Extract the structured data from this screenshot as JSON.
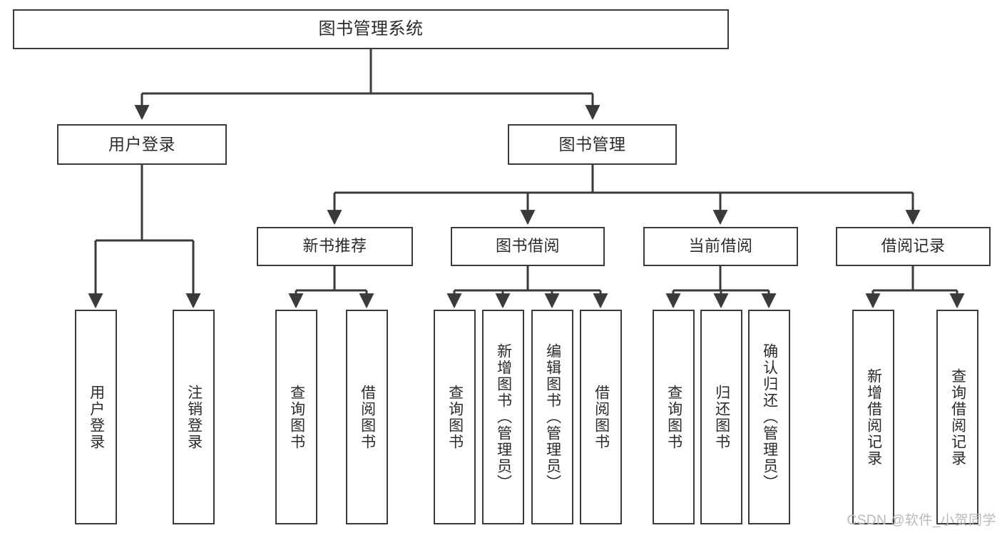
{
  "diagram": {
    "title": "图书管理系统",
    "type": "hierarchy-tree",
    "orientation": "top-down",
    "line_color": "#3a3a3a",
    "box_fill": "#ffffff",
    "text_color": "#2b2b2b",
    "nodes": {
      "root": {
        "label": "图书管理系统"
      },
      "level1": [
        {
          "label": "用户登录"
        },
        {
          "label": "图书管理"
        }
      ],
      "level2": [
        {
          "label": "新书推荐"
        },
        {
          "label": "图书借阅"
        },
        {
          "label": "当前借阅"
        },
        {
          "label": "借阅记录"
        }
      ],
      "leaves": {
        "user_login": [
          {
            "label": "用户登录"
          },
          {
            "label": "注销登录"
          }
        ],
        "new_book_recommend": [
          {
            "label": "查询图书"
          },
          {
            "label": "借阅图书"
          }
        ],
        "book_borrow": [
          {
            "label": "查询图书"
          },
          {
            "label": "新增图书（管理员）"
          },
          {
            "label": "编辑图书（管理员）"
          },
          {
            "label": "借阅图书"
          }
        ],
        "current_borrow": [
          {
            "label": "查询图书"
          },
          {
            "label": "归还图书"
          },
          {
            "label": "确认归还（管理员）"
          }
        ],
        "borrow_record": [
          {
            "label": "新增借阅记录"
          },
          {
            "label": "查询借阅记录"
          }
        ]
      }
    }
  },
  "watermark": {
    "text": "CSDN @软件_小贺同学"
  }
}
